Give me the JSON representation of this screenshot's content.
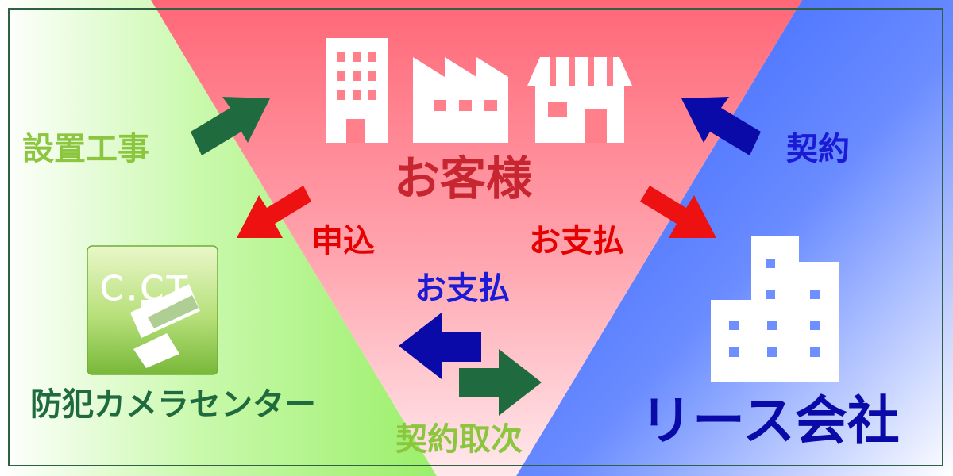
{
  "labels": {
    "customer": "お客様",
    "installation": "設置工事",
    "contract": "契約",
    "application": "申込",
    "payment_to_lease": "お支払",
    "payment_between": "お支払",
    "security_center": "防犯カメラセンター",
    "lease_company": "リース会社",
    "contract_agency": "契約取次",
    "camera_logo": "C.CT"
  },
  "colors": {
    "green_dark": "#1f6b3f",
    "green_light_text": "#8cc63f",
    "red_text": "#e60000",
    "red_arrow": "#ee1111",
    "blue_dark": "#0a0aa8",
    "blue_text": "#1b1bd6",
    "customer_text": "#c7252f",
    "panel_red": "#ff6a78",
    "panel_green": "#a6f07a",
    "panel_blue": "#3c6cff"
  }
}
